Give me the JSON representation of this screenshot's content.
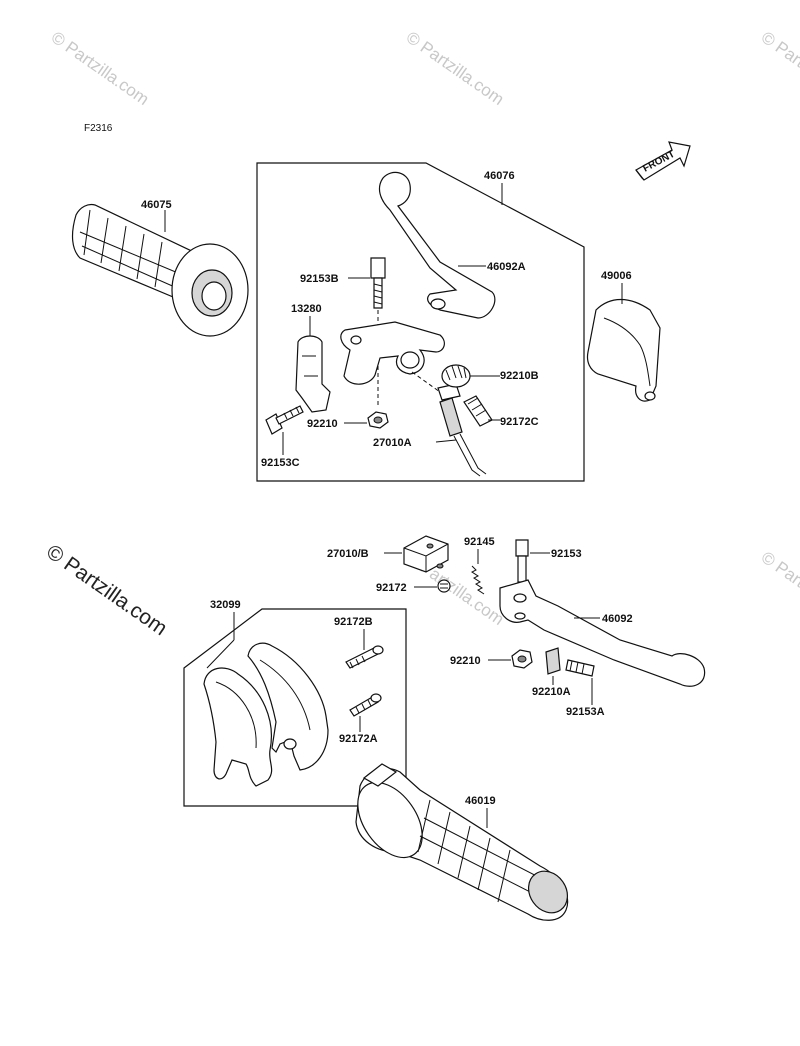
{
  "diagram_code": "F2316",
  "front_label": "FRONT",
  "watermarks": {
    "small": "© Partzilla.com",
    "large": "© Partzilla.com"
  },
  "parts": {
    "p46075": "46075",
    "p46076": "46076",
    "p46092A": "46092A",
    "p92153B": "92153B",
    "p13280": "13280",
    "p49006": "49006",
    "p92210B": "92210B",
    "p92172C": "92172C",
    "p92210": "92210",
    "p27010A": "27010A",
    "p92153C": "92153C",
    "p27010B": "27010/B",
    "p92145": "92145",
    "p92153": "92153",
    "p92172": "92172",
    "p46092": "46092",
    "p32099": "32099",
    "p92172B": "92172B",
    "p92172A": "92172A",
    "p92210_2": "92210",
    "p92210A": "92210A",
    "p92153A": "92153A",
    "p46019": "46019"
  }
}
